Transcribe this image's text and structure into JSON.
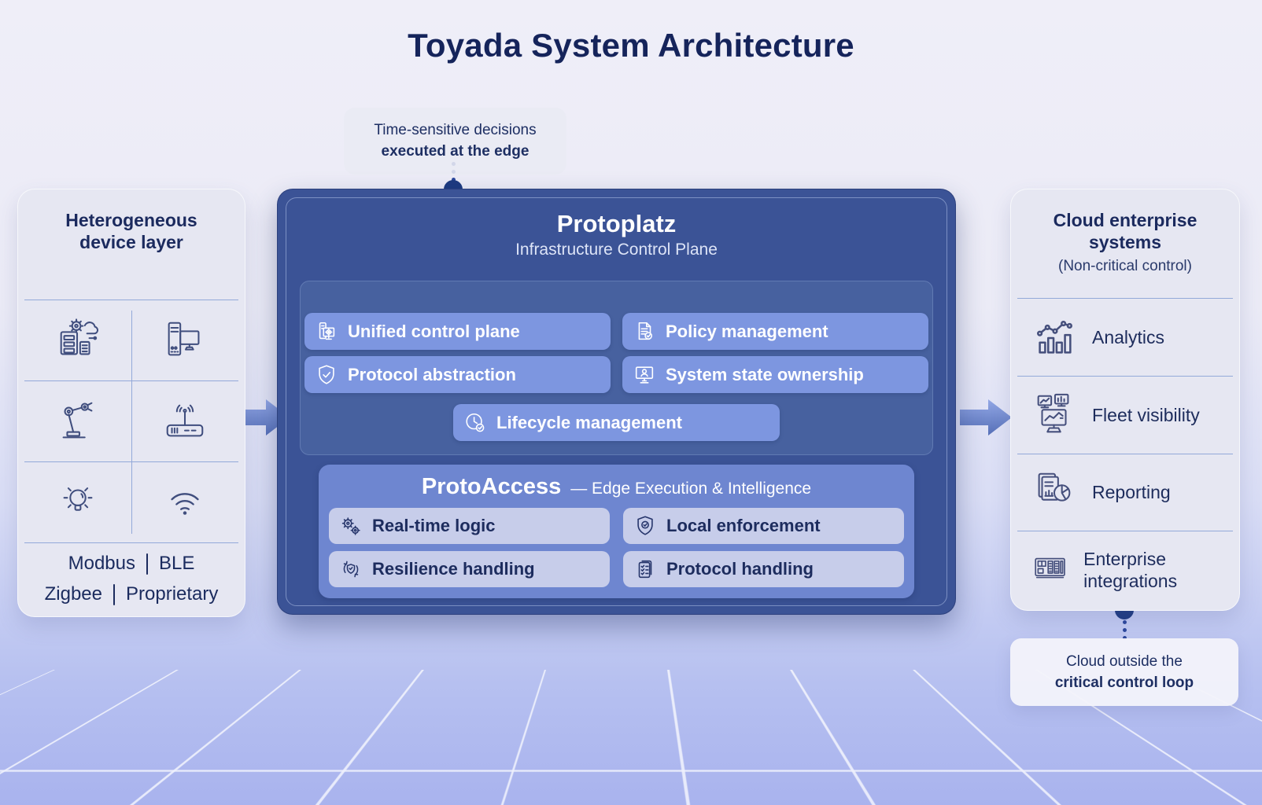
{
  "title": "Toyada System Architecture",
  "callout_edge": {
    "line1": "Time-sensitive decisions",
    "line2": "executed at the edge"
  },
  "callout_cloud": {
    "line1": "Cloud outside the",
    "line2": "critical control loop"
  },
  "device_layer": {
    "title_line1": "Heterogeneous",
    "title_line2": "device layer",
    "device_icons": [
      "industrial-controller-cloud-icon",
      "industrial-pc-icon",
      "robot-arm-icon",
      "iot-gateway-icon",
      "smart-bulb-icon",
      "wifi-icon"
    ],
    "protocols": {
      "p1": "Modbus",
      "p2": "BLE",
      "p3": "Zigbee",
      "p4": "Proprietary"
    }
  },
  "protoplatz": {
    "title": "Protoplatz",
    "subtitle": "Infrastructure Control Plane",
    "capabilities": [
      {
        "label": "Unified control plane",
        "icon": "control-plane-icon"
      },
      {
        "label": "Policy management",
        "icon": "policy-document-icon"
      },
      {
        "label": "Protocol abstraction",
        "icon": "shield-check-icon"
      },
      {
        "label": "System state ownership",
        "icon": "monitor-user-icon"
      },
      {
        "label": "Lifecycle management",
        "icon": "clock-check-icon"
      }
    ]
  },
  "protoaccess": {
    "title": "ProtoAccess",
    "subtitle": "— Edge Execution & Intelligence",
    "features": [
      {
        "label": "Real-time logic",
        "icon": "gears-icon"
      },
      {
        "label": "Local enforcement",
        "icon": "shield-check-icon"
      },
      {
        "label": "Resilience handling",
        "icon": "resilience-cycle-icon"
      },
      {
        "label": "Protocol handling",
        "icon": "checklist-icon"
      }
    ]
  },
  "cloud_panel": {
    "title_line1": "Cloud enterprise",
    "title_line2": "systems",
    "subtitle": "(Non-critical control)",
    "items": [
      {
        "label": "Analytics",
        "icon": "analytics-chart-icon"
      },
      {
        "label": "Fleet visibility",
        "icon": "fleet-dashboard-icon"
      },
      {
        "label": "Reporting",
        "icon": "report-pie-icon"
      },
      {
        "label": "Enterprise integrations",
        "icon": "integrations-panel-icon"
      }
    ]
  },
  "colors": {
    "title_navy": "#15245b",
    "panel_light": "#e6e7f2",
    "panel_dark_blue": "#3b5396",
    "section_blue": "#47619f",
    "pill_blue": "#7d96e0",
    "protoaccess_blue": "#6e86d0",
    "pill_lavender": "#c7cdea",
    "divider_blue": "#93a9d9",
    "connector_navy": "#1d3a80"
  }
}
